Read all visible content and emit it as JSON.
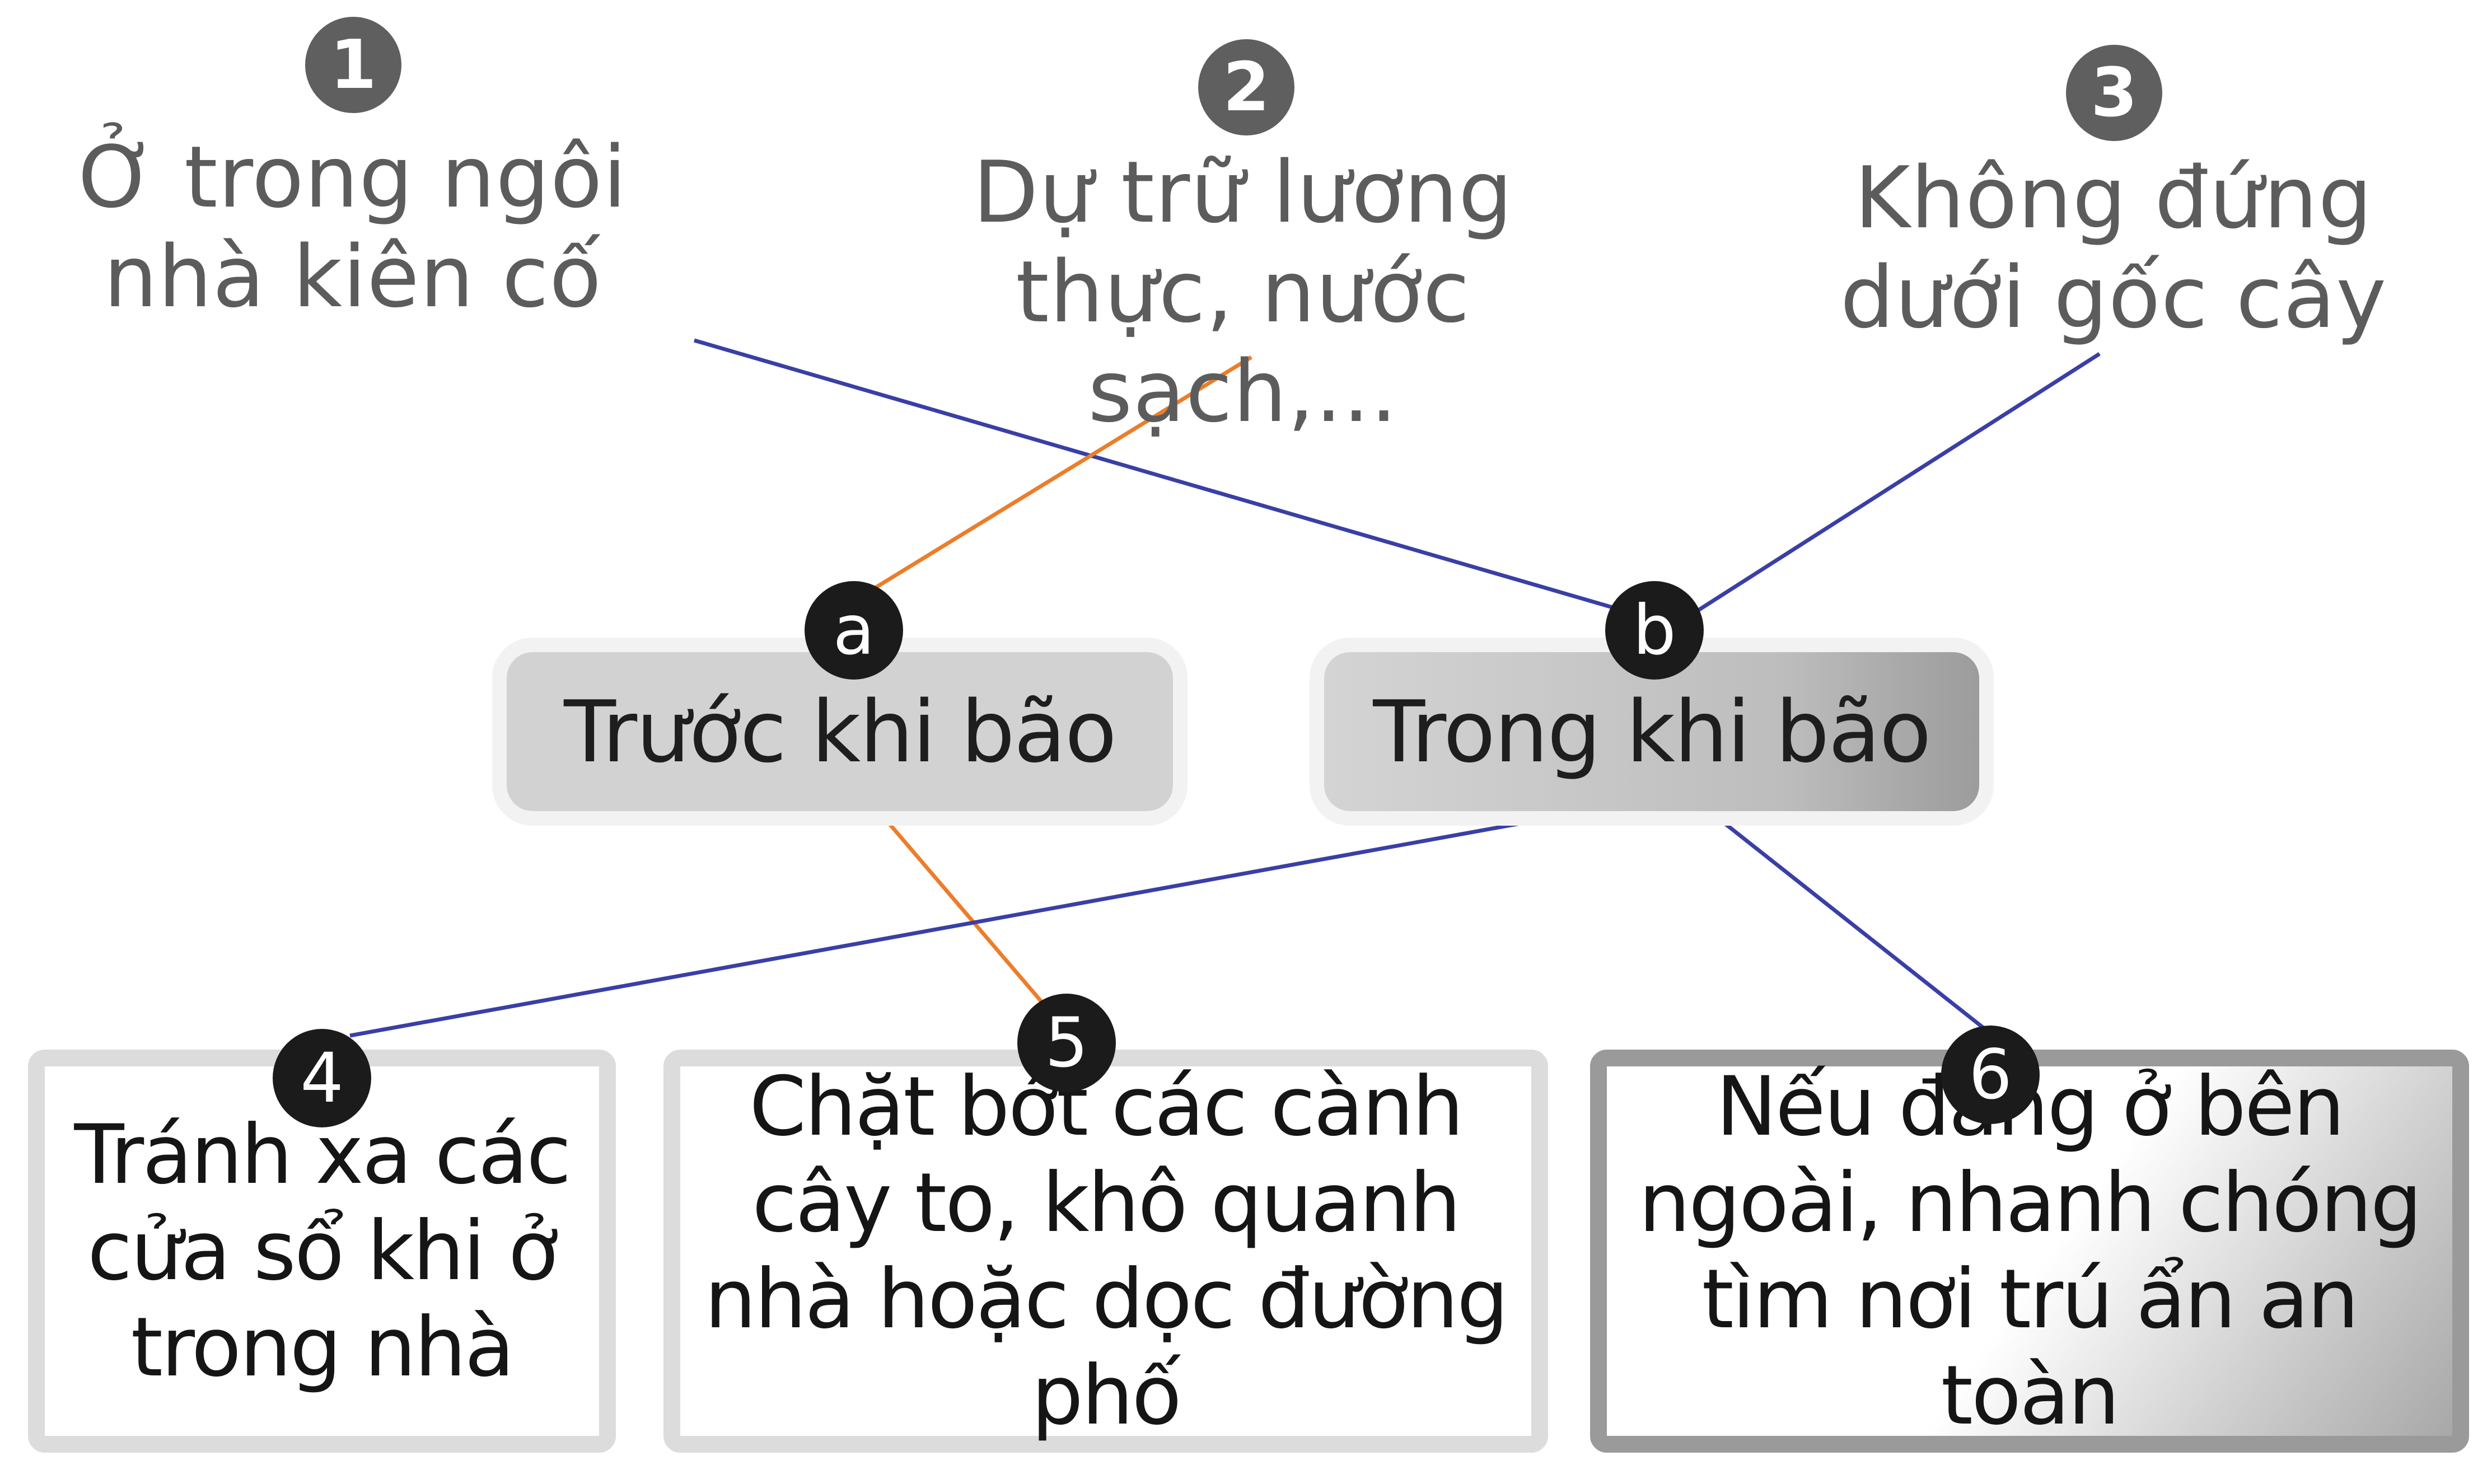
{
  "top_items": [
    {
      "number": "1",
      "text": "Ở trong ngôi nhà kiên cố"
    },
    {
      "number": "2",
      "text": "Dự trữ lương thực, nước sạch,..."
    },
    {
      "number": "3",
      "text": "Không đứng dưới gốc cây"
    }
  ],
  "stages": [
    {
      "letter": "a",
      "label": "Trước khi bão"
    },
    {
      "letter": "b",
      "label": "Trong khi bão"
    }
  ],
  "actions": [
    {
      "number": "4",
      "text": "Tránh xa các cửa sổ khi ở trong nhà"
    },
    {
      "number": "5",
      "text": "Chặt bớt các cành cây to, khô quanh nhà hoặc dọc đường phố"
    },
    {
      "number": "6",
      "text": "Nếu đang ở bên ngoài, nhanh chóng tìm nơi trú ẩn an toàn"
    }
  ],
  "connections": [
    {
      "from": "1",
      "to": "b",
      "color": "#3a3fa6"
    },
    {
      "from": "2",
      "to": "a",
      "color": "#ec7d2a"
    },
    {
      "from": "3",
      "to": "b",
      "color": "#3a3fa6"
    },
    {
      "from": "a",
      "to": "5",
      "color": "#ec7d2a"
    },
    {
      "from": "b",
      "to": "4",
      "color": "#3a3fa6"
    },
    {
      "from": "b",
      "to": "6",
      "color": "#3a3fa6"
    }
  ],
  "colors": {
    "before_line": "#ec7d2a",
    "during_line": "#3a3fa6",
    "top_badge": "#5f5f5f",
    "bottom_badge": "#1b1b1b"
  }
}
